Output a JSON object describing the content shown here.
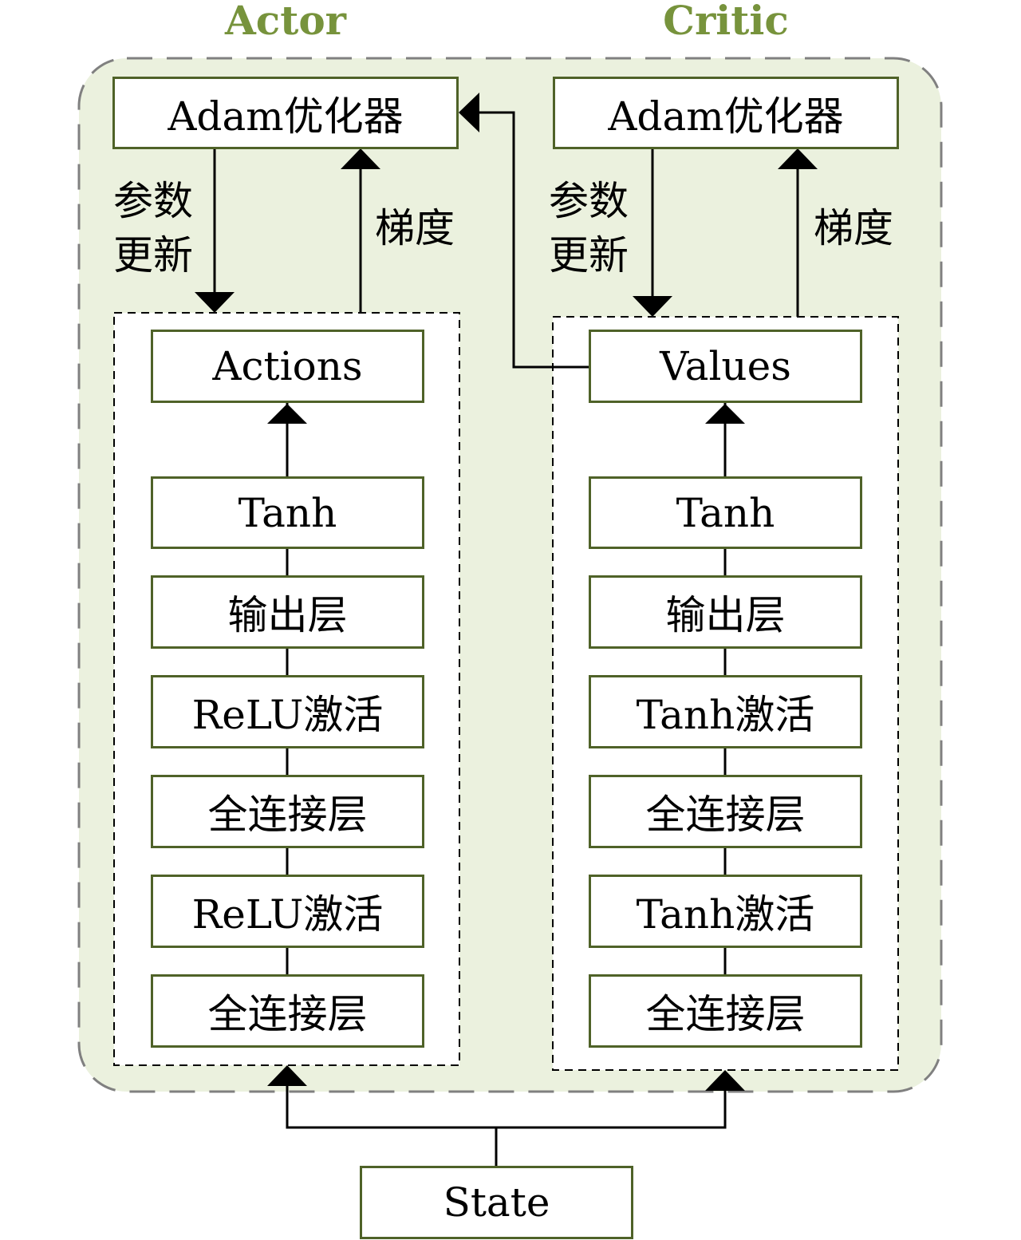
{
  "colors": {
    "title": "#77933c",
    "box_border": "#4f6228",
    "panel_bg": "#ebf1de",
    "panel_border": "#808080"
  },
  "actor": {
    "title": "Actor",
    "optimizer": "Adam优化器",
    "param_update": [
      "参数",
      "更新"
    ],
    "gradient": "梯度",
    "layers": [
      "Actions",
      "Tanh",
      "输出层",
      "ReLU激活",
      "全连接层",
      "ReLU激活",
      "全连接层"
    ]
  },
  "critic": {
    "title": "Critic",
    "optimizer": "Adam优化器",
    "param_update": [
      "参数",
      "更新"
    ],
    "gradient": "梯度",
    "layers": [
      "Values",
      "Tanh",
      "输出层",
      "Tanh激活",
      "全连接层",
      "Tanh激活",
      "全连接层"
    ]
  },
  "state": "State"
}
